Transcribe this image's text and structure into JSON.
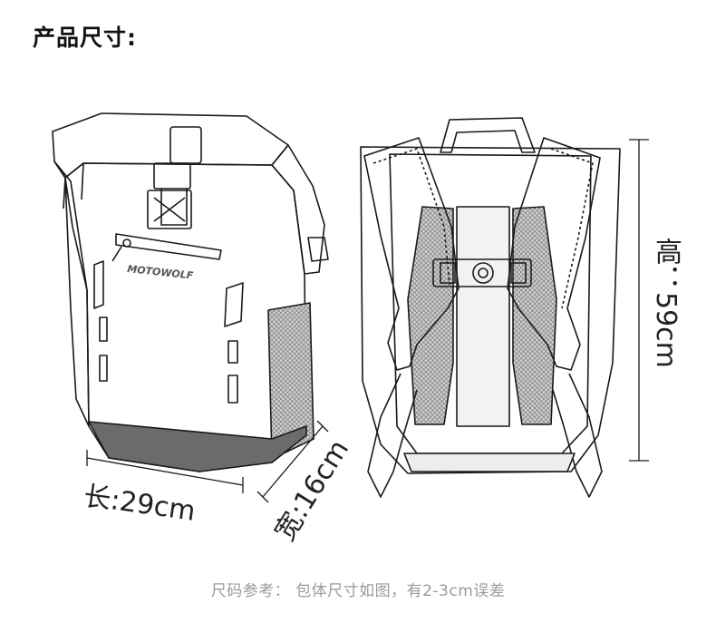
{
  "title": "产品尺寸:",
  "brand_logo": "MOTOWOLF",
  "dimensions": {
    "length": "长:29cm",
    "width": "宽:16cm",
    "height": "高：59cm"
  },
  "footer_note": "尺码参考： 包体尺寸如图，有2-3cm误差",
  "colors": {
    "outline": "#1a1a1a",
    "bottom_panel": "#6b6b6b",
    "mesh": "#9a9a9a",
    "note": "#9a9a9a"
  }
}
